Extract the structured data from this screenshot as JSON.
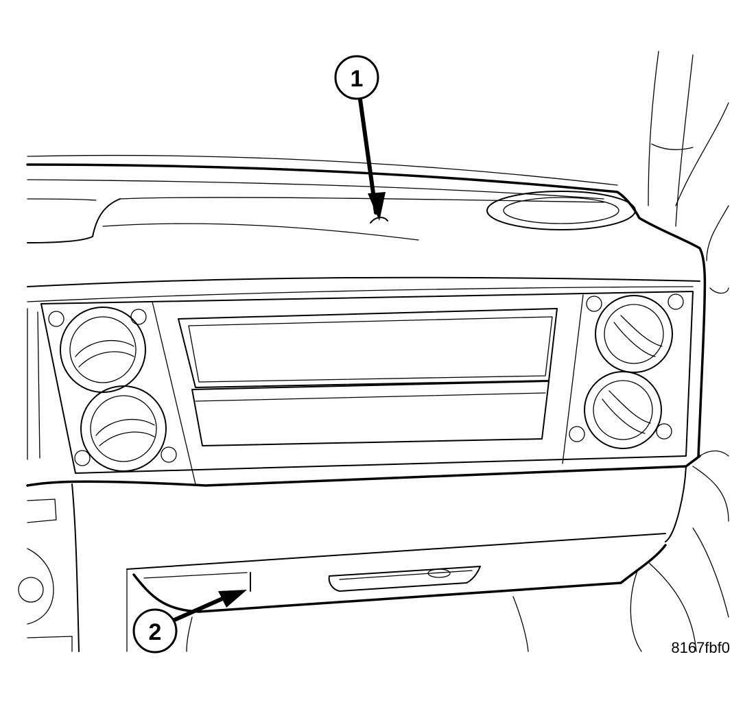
{
  "callouts": [
    {
      "label": "1"
    },
    {
      "label": "2"
    }
  ],
  "figure_id": "8167fbf0",
  "colors": {
    "line": "#000000",
    "background": "#ffffff"
  }
}
